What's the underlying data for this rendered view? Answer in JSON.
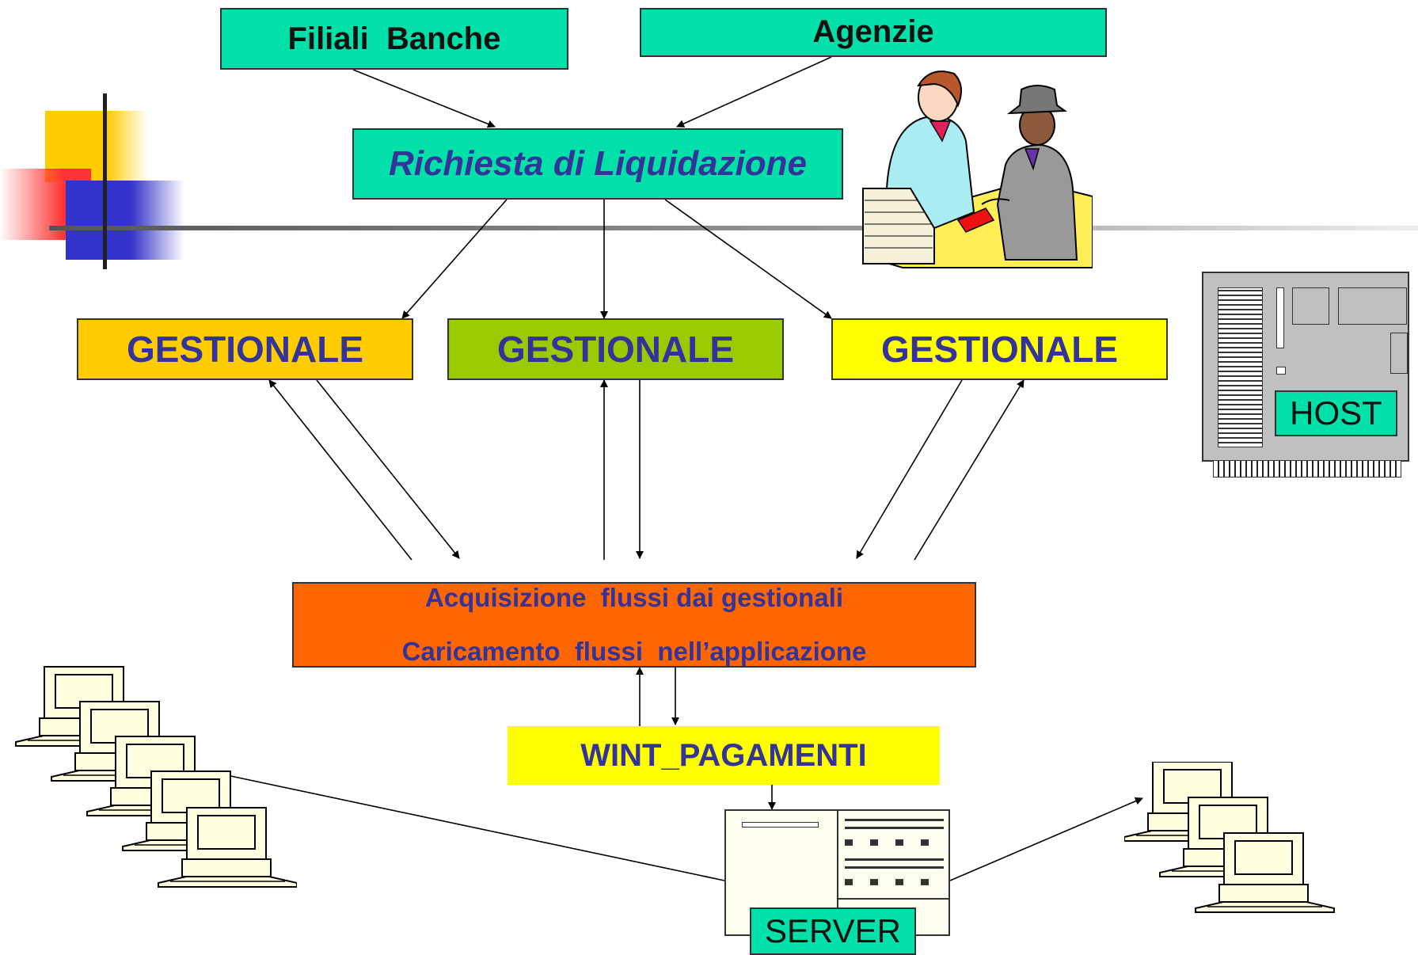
{
  "top_sources": {
    "filiali": "Filiali  Banche",
    "agenzie": "Agenzie"
  },
  "request": {
    "label": "Richiesta di Liquidazione"
  },
  "gestionali": [
    {
      "label": "GESTIONALE",
      "color": "#ffcc00"
    },
    {
      "label": "GESTIONALE",
      "color": "#99cc00"
    },
    {
      "label": "GESTIONALE",
      "color": "#ffff00"
    }
  ],
  "acquisition": {
    "line1": "Acquisizione  flussi dai gestionali",
    "line2": "Caricamento  flussi  nell’applicazione",
    "color": "#ff6600"
  },
  "app": {
    "label": "WINT_PAGAMENTI",
    "color": "#ffff00"
  },
  "host": {
    "label": "HOST",
    "icon": "mainframe-icon"
  },
  "server": {
    "label": "SERVER",
    "icon": "server-icon"
  },
  "colors": {
    "teal": "#00e0a8",
    "text_blue": "#333399",
    "decor_yellow": "#ffcc00",
    "decor_red": "#ff3333",
    "decor_blue": "#3333cc"
  },
  "icons": {
    "clerk": "bank-teller-clipart-icon",
    "workstations_left": "workstation-group-icon",
    "workstations_right": "workstation-group-icon"
  }
}
